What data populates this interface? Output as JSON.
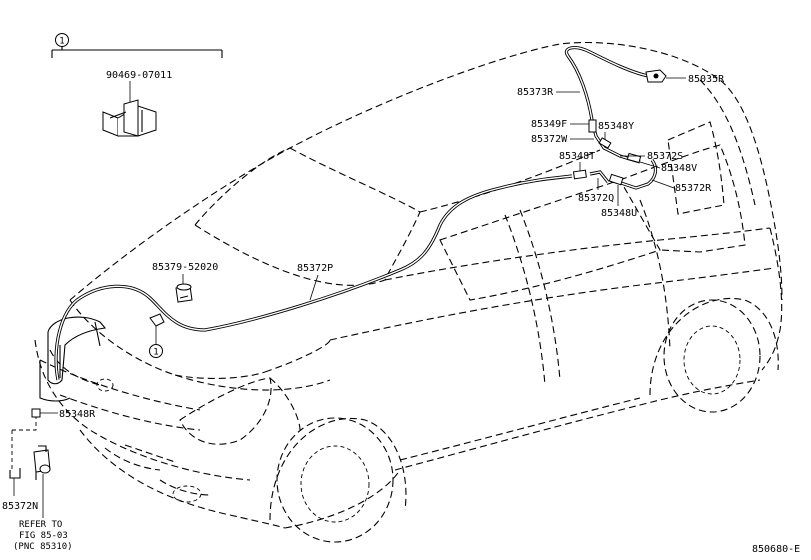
{
  "callout_number": "1",
  "diagram_code": "850680-E",
  "parts": {
    "p90469": "90469-07011",
    "p85035R": "85035R",
    "p85373R": "85373R",
    "p85349F": "85349F",
    "p85348Y": "85348Y",
    "p85372W": "85372W",
    "p85372S": "85372S",
    "p85348T": "85348T",
    "p85348V": "85348V",
    "p85372R": "85372R",
    "p85372Q": "85372Q",
    "p85348U": "85348U",
    "p85379": "85379-52020",
    "p85372P": "85372P",
    "p85348R": "85348R",
    "p85372N": "85372N"
  },
  "refer": {
    "line1": "REFER TO",
    "line2": "FIG 85-03",
    "line3": "(PNC 85310)"
  }
}
